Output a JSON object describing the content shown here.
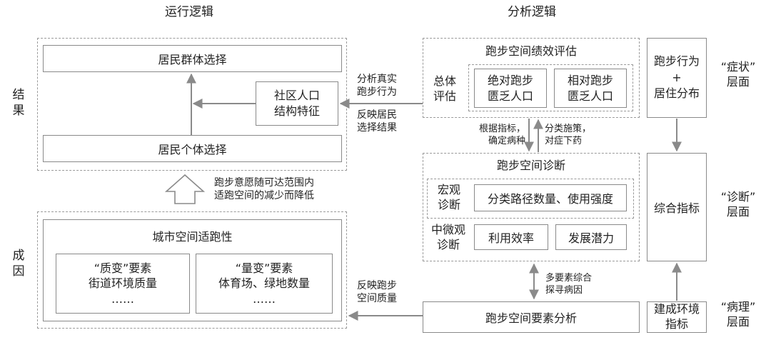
{
  "left": {
    "running_logic": "运行逻辑",
    "result_label": "结\n果",
    "cause_label": "成\n因",
    "group_choice": "居民群体选择",
    "individual_choice": "居民个体选择",
    "community_structure": "社区人口\n结构特征",
    "willingness_note": "跑步意愿随可达范围内\n适跑空间的减少而降低",
    "urban_suitability": "城市空间适跑性",
    "quality_factors": "“质变”要素\n街道环境质量\n……",
    "quantity_factors": "“量变”要素\n体育场、绿地数量\n……"
  },
  "middle": {
    "analyze_real": "分析真实\n跑步行为",
    "reflect_choice": "反映居民\n选择结果",
    "reflect_quality": "反映跑步\n空间质量"
  },
  "right": {
    "analysis_logic": "分析逻辑",
    "evaluation_title": "跑步空间绩效评估",
    "overall_eval": "总体\n评估",
    "absolute_lack": "绝对跑步\n匮乏人口",
    "relative_lack": "相对跑步\n匮乏人口",
    "by_indicator": "根据指标，\n确定病种",
    "classify_measures": "分类施策，\n对症下药",
    "diagnosis_title": "跑步空间诊断",
    "macro_diag": "宏观\n诊断",
    "path_count": "分类路径数量、使用强度",
    "micro_diag": "中微观\n诊断",
    "efficiency": "利用效率",
    "potential": "发展潜力",
    "multi_factor": "多要素综合\n探寻病因",
    "element_analysis": "跑步空间要素分析",
    "running_behavior": "跑步行为\n+\n居住分布",
    "composite_index": "综合指标",
    "built_env_index": "建成环境\n指标",
    "symptom_level": "“症状”\n层面",
    "diagnosis_level": "“诊断”\n层面",
    "pathology_level": "“病理”\n层面"
  },
  "colors": {
    "border": "#8a8a8a",
    "arrow": "#8a8a8a",
    "text": "#222222"
  }
}
